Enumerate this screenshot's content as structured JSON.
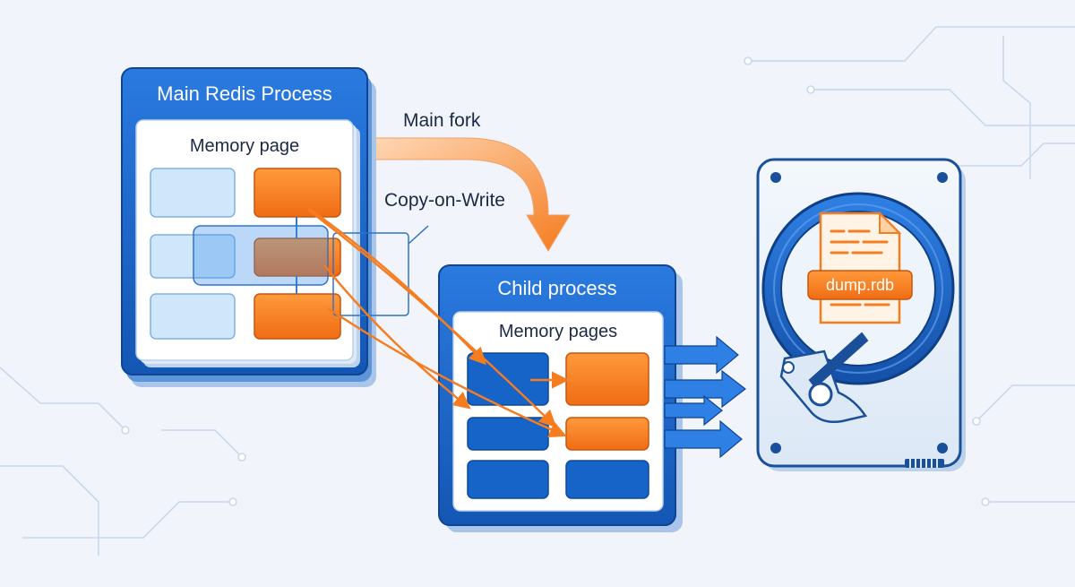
{
  "diagram": {
    "main_process": {
      "title": "Main Redis Process",
      "memory_label": "Memory page"
    },
    "child_process": {
      "title": "Child process",
      "memory_label": "Memory pages"
    },
    "fork_label": "Main fork",
    "cow_label": "Copy-on-Write",
    "disk_file": {
      "name": "dump.rdb",
      "icon": "file-document-icon"
    },
    "disk_icon": "hard-drive-icon"
  },
  "colors": {
    "background": "#f1f5fb",
    "process_blue": "#1a62c4",
    "page_blue": "#1664c8",
    "page_light": "#cfe6fb",
    "orange": "#f57c1f",
    "text_dark": "#1b2a44"
  }
}
